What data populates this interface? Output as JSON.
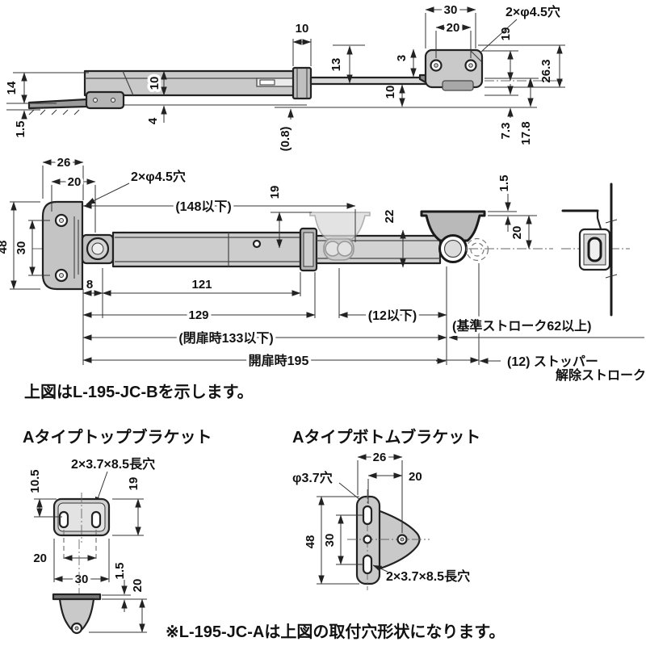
{
  "captions": {
    "main_note": "上図はL-195-JC-Bを示します。",
    "bottom_note": "※L-195-JC-Aは上図の取付穴形状になります。",
    "top_bracket_title": "Aタイプトップブラケット",
    "bottom_bracket_title": "Aタイプボトムブラケット"
  },
  "colors": {
    "line": "#222222",
    "fill_body": "#c9c9c9",
    "fill_dark": "#9b9b9b",
    "background": "#ffffff"
  },
  "elevation": {
    "w10_top": "10",
    "h13": "13",
    "h3": "3",
    "h10_rod": "10",
    "w30": "30",
    "w20": "20",
    "holes_label": "2×φ4.5穴",
    "h19": "19",
    "h26_3": "26.3",
    "h14": "14",
    "h1_5": "1.5",
    "h10_body": "10",
    "h4": "4",
    "gap0_8": "(0.8)",
    "h7_3": "7.3",
    "h17_8": "17.8"
  },
  "plan": {
    "w26": "26",
    "w20": "20",
    "holes_label": "2×φ4.5穴",
    "len148": "(148以下)",
    "h19": "19",
    "h22": "22",
    "t1_5": "1.5",
    "h20": "20",
    "h48": "48",
    "h30": "30",
    "w8": "8",
    "w121": "121",
    "w129": "129",
    "w12max": "(12以下)",
    "closed_len": "(閉扉時133以下)",
    "open_len": "開扉時195",
    "stroke_note": "(基準ストローク62以上)",
    "release_line1": "(12) ストッパー",
    "release_line2": "解除ストローク"
  },
  "top_bracket": {
    "slot_label": "2×3.7×8.5長穴",
    "h10_5": "10.5",
    "h19": "19",
    "w20": "20",
    "w30": "30",
    "t1_5": "1.5",
    "h20": "20"
  },
  "bottom_bracket": {
    "w26": "26",
    "w20": "20",
    "hole_label": "φ3.7穴",
    "h48": "48",
    "h30": "30",
    "slot_label": "2×3.7×8.5長穴"
  }
}
